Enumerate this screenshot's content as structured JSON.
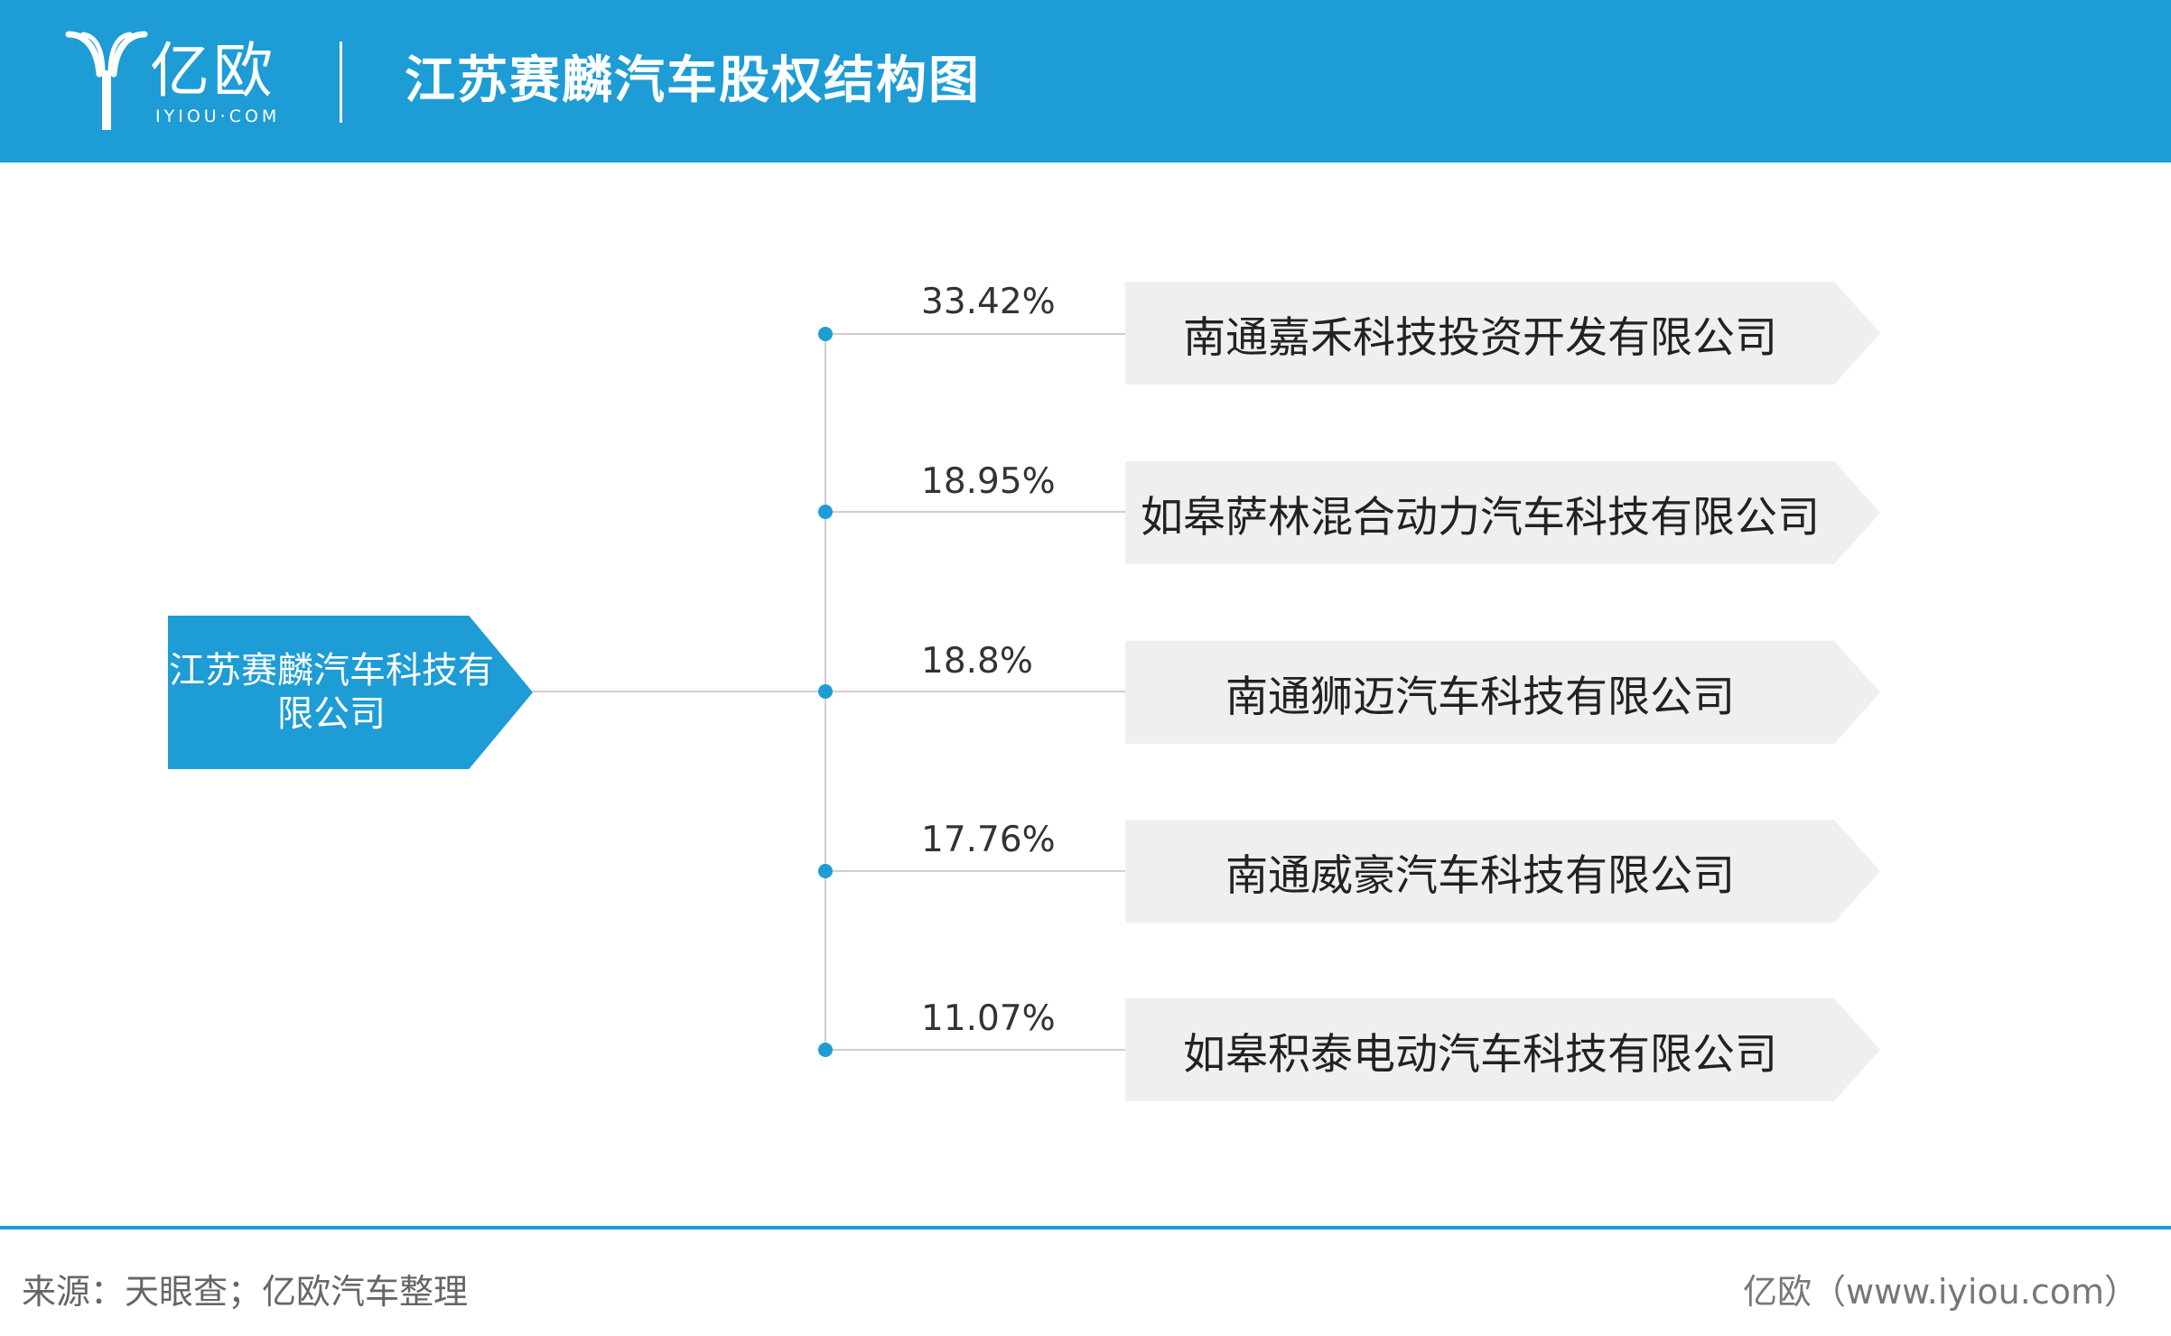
{
  "header": {
    "logo_text": "亿欧",
    "logo_sub": "IYIOU·COM",
    "title": "江苏赛麟汽车股权结构图"
  },
  "diagram": {
    "source": "江苏赛麟汽车科技有限公司",
    "shareholders": [
      {
        "percent": "33.42%",
        "name": "南通嘉禾科技投资开发有限公司"
      },
      {
        "percent": "18.95%",
        "name": "如皋萨林混合动力汽车科技有限公司"
      },
      {
        "percent": "18.8%",
        "name": "南通狮迈汽车科技有限公司"
      },
      {
        "percent": "17.76%",
        "name": "南通威豪汽车科技有限公司"
      },
      {
        "percent": "11.07%",
        "name": "如皋积泰电动汽车科技有限公司"
      }
    ]
  },
  "footer": {
    "source_text": "来源：天眼查；亿欧汽车整理",
    "credit_text": "亿欧（www.iyiou.com）"
  },
  "colors": {
    "accent": "#1e9cd5",
    "node_bg": "#efefef",
    "connector": "#cfcfcf"
  }
}
